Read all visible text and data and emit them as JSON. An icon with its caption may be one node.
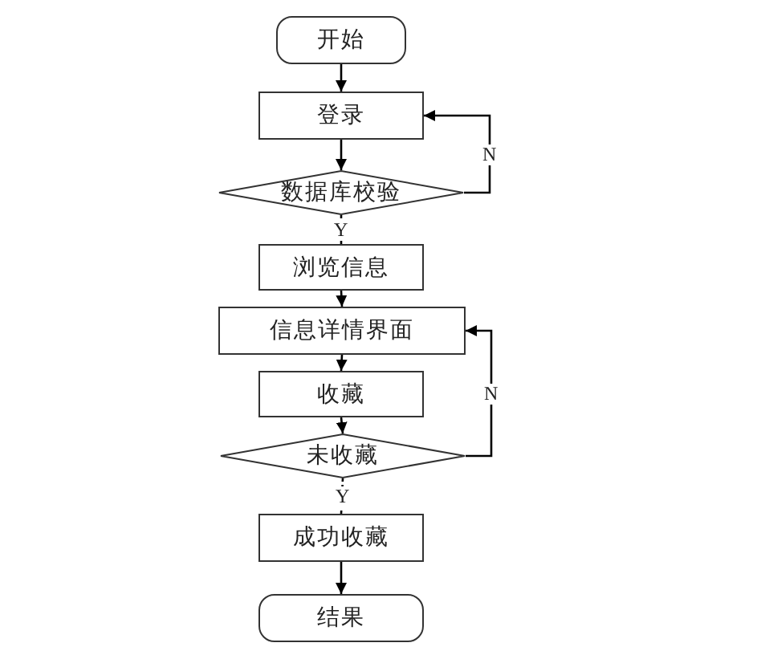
{
  "diagram": {
    "nodes": [
      {
        "text": [
          "开始"
        ]
      },
      {
        "text": [
          "登录"
        ]
      },
      {
        "text": [
          "数据库校验"
        ]
      },
      {
        "text": [
          "浏览信息"
        ]
      },
      {
        "text": [
          "信息详情界面"
        ]
      },
      {
        "text": [
          "收藏"
        ]
      },
      {
        "text": [
          "未收藏"
        ]
      },
      {
        "text": [
          "成功收藏"
        ]
      },
      {
        "text": [
          "结果"
        ]
      }
    ],
    "edges": [
      {
        "from": 0,
        "to": 1,
        "arrow": "to"
      },
      {
        "from": 1,
        "to": 2,
        "arrow": "to"
      },
      {
        "from": 2,
        "to": 1,
        "arrow": "to",
        "label": "N"
      },
      {
        "from": 2,
        "to": 3,
        "arrow": "none",
        "label": "Y",
        "style": "dashed"
      },
      {
        "from": 3,
        "to": 4,
        "arrow": "to"
      },
      {
        "from": 4,
        "to": 5,
        "arrow": "to"
      },
      {
        "from": 5,
        "to": 6,
        "arrow": "to"
      },
      {
        "from": 6,
        "to": 4,
        "arrow": "to",
        "label": "N"
      },
      {
        "from": 6,
        "to": 7,
        "arrow": "none",
        "label": "Y",
        "style": "dashed"
      },
      {
        "from": 7,
        "to": 8,
        "arrow": "to"
      }
    ]
  }
}
